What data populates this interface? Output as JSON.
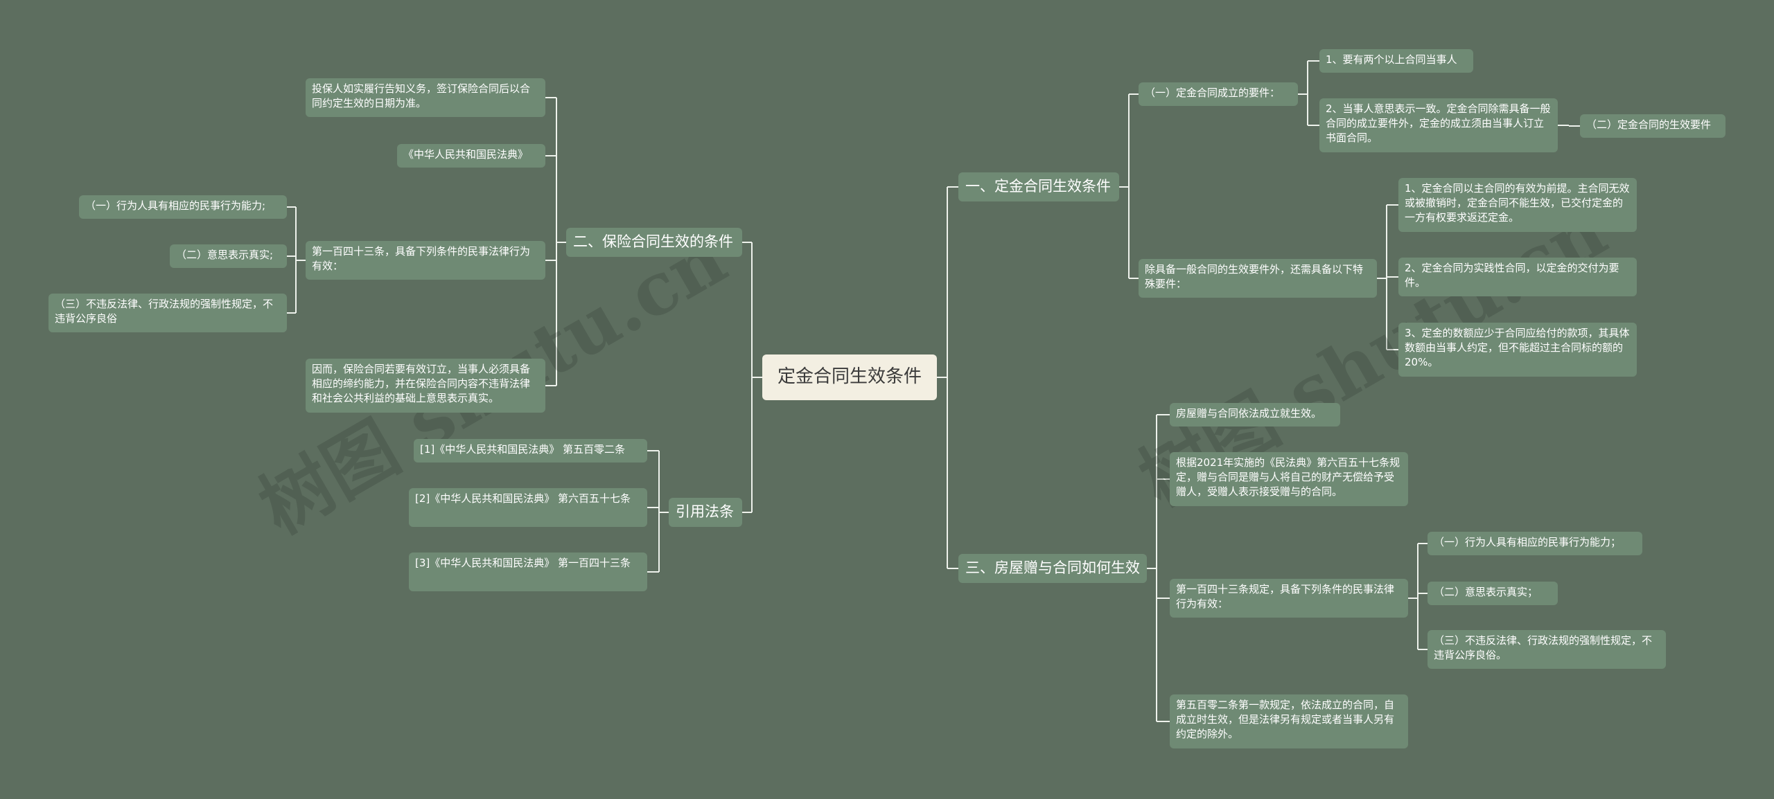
{
  "root": "定金合同生效条件",
  "watermark": "树图 shutu.cn",
  "right": [
    {
      "label": "一、定金合同生效条件",
      "children": [
        {
          "label": "（一）定金合同成立的要件：",
          "children": [
            {
              "label": "1、要有两个以上合同当事人"
            },
            {
              "label": "2、当事人意思表示一致。定金合同除需具备一般合同的成立要件外，定金的成立须由当事人订立书面合同。",
              "children": [
                {
                  "label": "（二）定金合同的生效要件"
                }
              ]
            }
          ]
        },
        {
          "label": "除具备一般合同的生效要件外，还需具备以下特殊要件：",
          "children": [
            {
              "label": "1、定金合同以主合同的有效为前提。主合同无效或被撤销时，定金合同不能生效，已交付定金的一方有权要求返还定金。"
            },
            {
              "label": "2、定金合同为实践性合同，以定金的交付为要件。"
            },
            {
              "label": "3、定金的数额应少于合同应给付的款项，其具体数额由当事人约定，但不能超过主合同标的额的20%。"
            }
          ]
        }
      ]
    },
    {
      "label": "三、房屋赠与合同如何生效",
      "children": [
        {
          "label": "房屋赠与合同依法成立就生效。"
        },
        {
          "label": "根据2021年实施的《民法典》第六百五十七条规定，赠与合同是赠与人将自己的财产无偿给予受赠人，受赠人表示接受赠与的合同。"
        },
        {
          "label": "第一百四十三条规定，具备下列条件的民事法律行为有效：",
          "children": [
            {
              "label": "（一）行为人具有相应的民事行为能力；"
            },
            {
              "label": "（二）意思表示真实；"
            },
            {
              "label": "（三）不违反法律、行政法规的强制性规定，不违背公序良俗。"
            }
          ]
        },
        {
          "label": "第五百零二条第一款规定，依法成立的合同，自成立时生效，但是法律另有规定或者当事人另有约定的除外。"
        }
      ]
    }
  ],
  "left": [
    {
      "label": "二、保险合同生效的条件",
      "children": [
        {
          "label": "投保人如实履行告知义务，签订保险合同后以合同约定生效的日期为准。"
        },
        {
          "label": "《中华人民共和国民法典》"
        },
        {
          "label": "第一百四十三条，具备下列条件的民事法律行为有效：",
          "children": [
            {
              "label": "（一）行为人具有相应的民事行为能力;"
            },
            {
              "label": "（二）意思表示真实;"
            },
            {
              "label": "（三）不违反法律、行政法规的强制性规定，不违背公序良俗"
            }
          ]
        },
        {
          "label": "因而，保险合同若要有效订立，当事人必须具备相应的缔约能力，并在保险合同内容不违背法律和社会公共利益的基础上意思表示真实。"
        }
      ]
    },
    {
      "label": "引用法条",
      "children": [
        {
          "label": "[1]《中华人民共和国民法典》 第五百零二条"
        },
        {
          "label": "[2]《中华人民共和国民法典》 第六百五十七条"
        },
        {
          "label": "[3]《中华人民共和国民法典》 第一百四十三条"
        }
      ]
    }
  ]
}
